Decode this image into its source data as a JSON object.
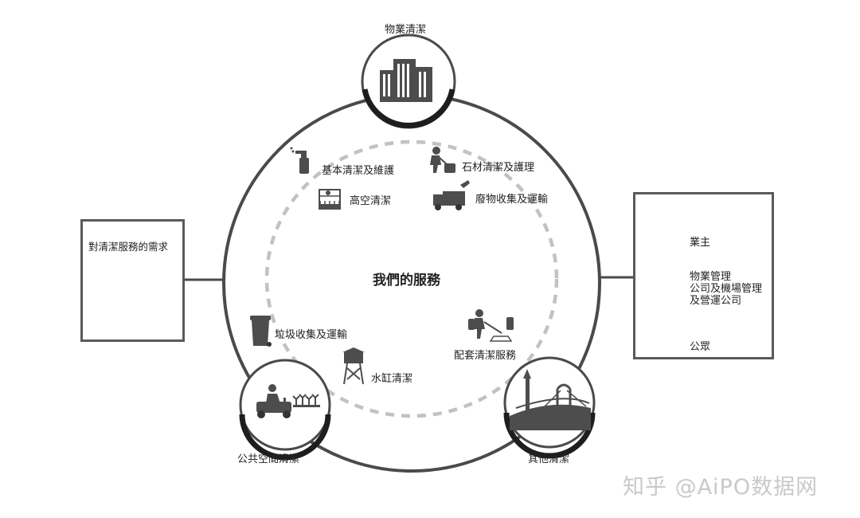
{
  "diagram": {
    "center_title": "我們的服務",
    "nodes": {
      "top": "物業清潔",
      "bottom_left": "公共空間清潔",
      "bottom_right": "其他清潔"
    },
    "services": [
      "基本清潔及維護",
      "石材清潔及護理",
      "高空清潔",
      "廢物收集及運輸",
      "垃圾收集及運輸",
      "配套清潔服務",
      "水缸清潔"
    ],
    "left_box": {
      "title": "對清潔服務的需求"
    },
    "right_box": {
      "items": [
        "業主",
        "物業管理",
        "公司及機場管理",
        "及營運公司",
        "公眾"
      ]
    }
  },
  "watermark": "知乎 @AiPO数据网",
  "colors": {
    "ring": "#4a4a4a",
    "dash": "#bdbdbd",
    "icon": "#4d4d4d",
    "box_border": "#5a5a5a"
  }
}
